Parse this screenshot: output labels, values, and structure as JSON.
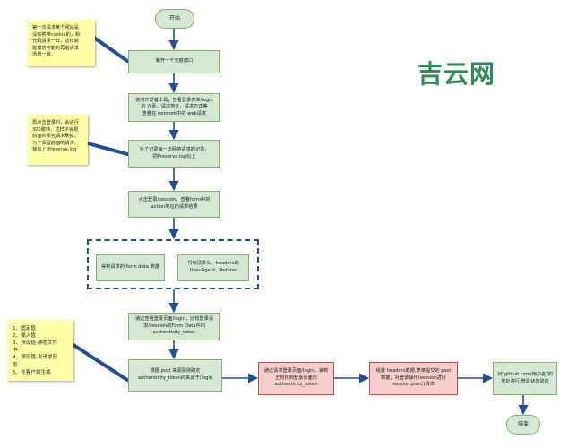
{
  "diagram": {
    "start_label": "开始",
    "end_label": "结束",
    "steps": [
      "新开一个无痕窗口",
      "使用开发者工具，查看登录表单/login\n的 元素、请求地址、请求方式等\n查看在 network中的 web请求",
      "为了记录每一次网络请求的记录，\n把Preserve.log勾上",
      "点击登录/session，查看form中的\naction地址的请求结果",
      "得到请求的 form data 数据",
      "得到请求头、headers的\nUser-Agent、Referer",
      "通过查看登录页面/login，比较登录请\n求/session的Form Data中的\nauthenticity_token",
      "根据 post 来源猜测确定\nauthenticity_token的来源于/login",
      "通过请求登录页面/login，拿到\n正则找到登录页面的\nauthenticity_token",
      "组装 headers数据,表单提交的 post\n数据，对登录操作/session进行\nsession.post()请求",
      "对\"github.com/用户名\"的\n地址进行 登录状态验证"
    ],
    "notes": [
      "第一次请求某个网站是\n没有携带cookie的，和\n代码请求一样，这样就\n能模仿可能的再者请求\n场景一致。",
      "再点击登录时，会进行\n302跳转，这样子会把\n前面的那包请求刷掉，\n为了保留前面的请求，\n我勾上 Preserve.log",
      "1、固定值\n2、输入值\n3、预设值-静态文件\n中\n4、预设值-发请求获\n取\n5、在客户端生成"
    ]
  },
  "watermark": {
    "text": "吉云网",
    "color": "#2e8b57"
  },
  "colors": {
    "arrow": "#1e4f9c",
    "note_fill": "#ffffa8",
    "step_fill": "#d5e8d4",
    "alt_fill": "#f8cecc"
  }
}
